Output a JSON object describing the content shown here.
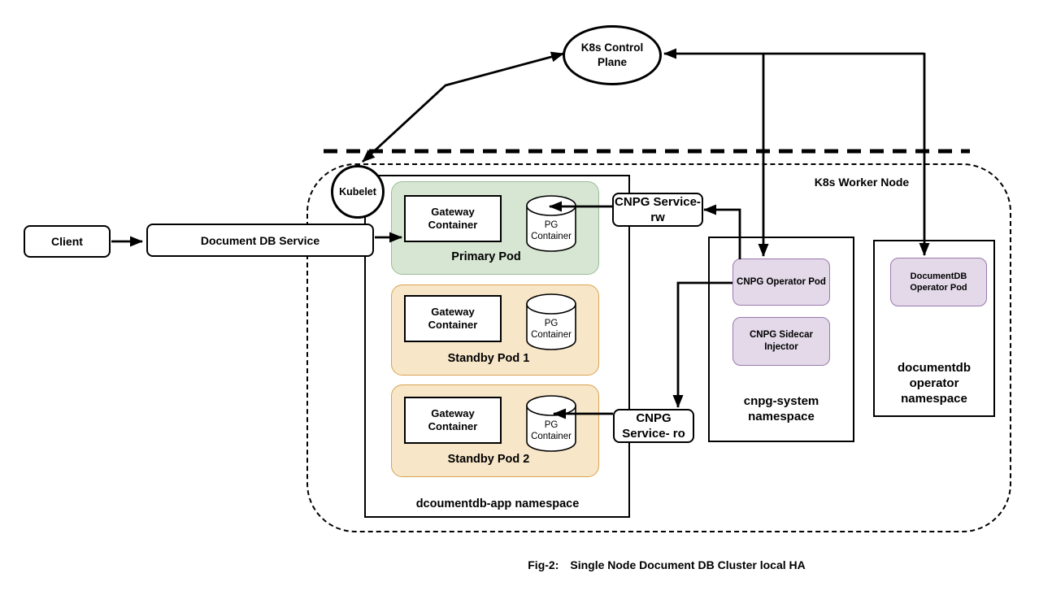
{
  "colors": {
    "green_fill": "#d7e6d2",
    "green_stroke": "#9cbc98",
    "orange_fill": "#f8e6c8",
    "orange_stroke": "#d9a355",
    "purple_fill": "#e3d9e9",
    "purple_stroke": "#9a79ae",
    "line": "#000000"
  },
  "control_plane": {
    "label": "K8s Control Plane"
  },
  "worker_node": {
    "label": "K8s Worker Node",
    "kubelet": "Kubelet"
  },
  "client": {
    "label": "Client"
  },
  "docdb_service": {
    "label": "Document DB Service"
  },
  "app_namespace": {
    "label": "dcoumentdb-app namespace",
    "pods": [
      {
        "name": "Primary Pod",
        "gateway": "Gateway Container",
        "pg": "PG Container"
      },
      {
        "name": "Standby Pod 1",
        "gateway": "Gateway Container",
        "pg": "PG Container"
      },
      {
        "name": "Standby Pod 2",
        "gateway": "Gateway Container",
        "pg": "PG Container"
      }
    ]
  },
  "services": {
    "rw": "CNPG Service- rw",
    "ro": "CNPG Service- ro"
  },
  "cnpg_namespace": {
    "label": "cnpg-system namespace",
    "operator_pod": "CNPG Operator Pod",
    "sidecar_injector": "CNPG Sidecar Injector"
  },
  "docdb_namespace": {
    "label": "documentdb operator namespace",
    "operator_pod": "DocumentDB Operator Pod"
  },
  "caption": {
    "prefix": "Fig-2:",
    "text": "Single Node Document DB Cluster local HA"
  }
}
